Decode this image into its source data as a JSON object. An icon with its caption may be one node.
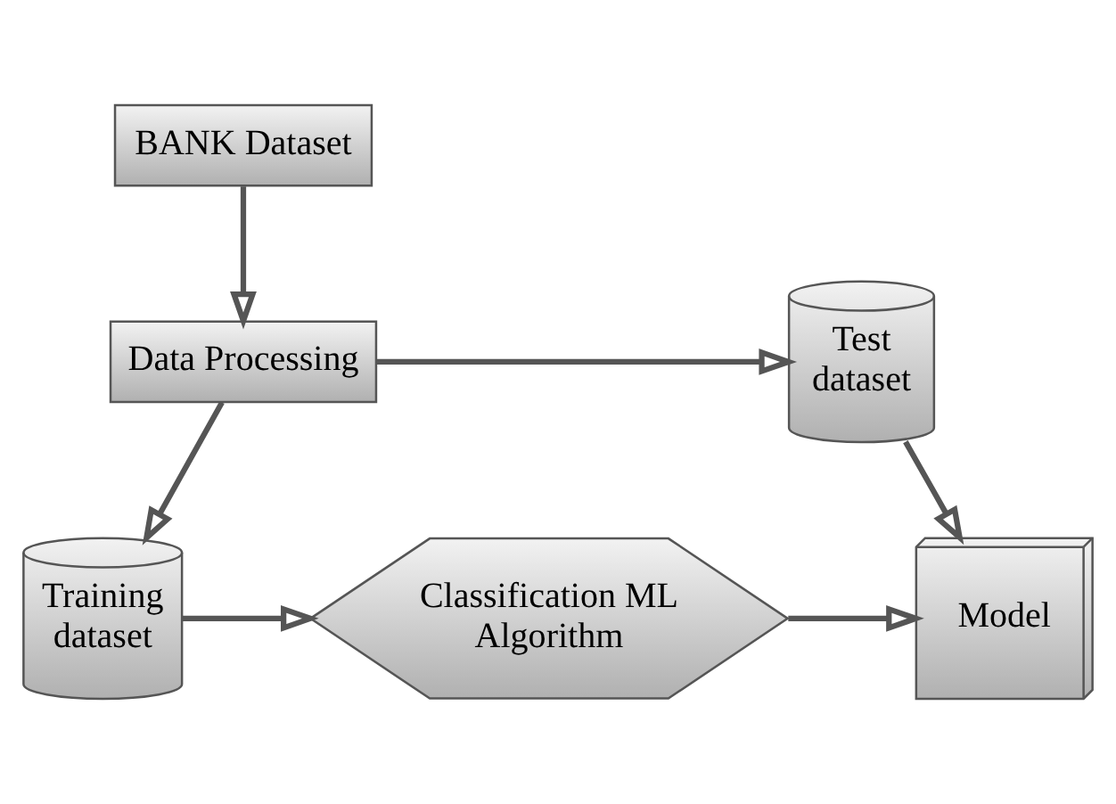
{
  "diagram": {
    "nodes": [
      {
        "text": [
          "BANK Dataset"
        ]
      },
      {
        "text": [
          "Data Processing"
        ]
      },
      {
        "text": [
          "Test dataset"
        ]
      },
      {
        "text": [
          "Training dataset"
        ]
      },
      {
        "text": [
          "Classification ML Algorithm"
        ]
      },
      {
        "text": [
          "Model"
        ]
      }
    ],
    "edges": [
      {
        "from": 0,
        "to": 1,
        "arrow": "to"
      },
      {
        "from": 1,
        "to": 2,
        "arrow": "to"
      },
      {
        "from": 2,
        "to": 5,
        "arrow": "to"
      },
      {
        "from": 1,
        "to": 3,
        "arrow": "to"
      },
      {
        "from": 3,
        "to": 4,
        "arrow": "to"
      },
      {
        "from": 4,
        "to": 5,
        "arrow": "to"
      }
    ]
  }
}
